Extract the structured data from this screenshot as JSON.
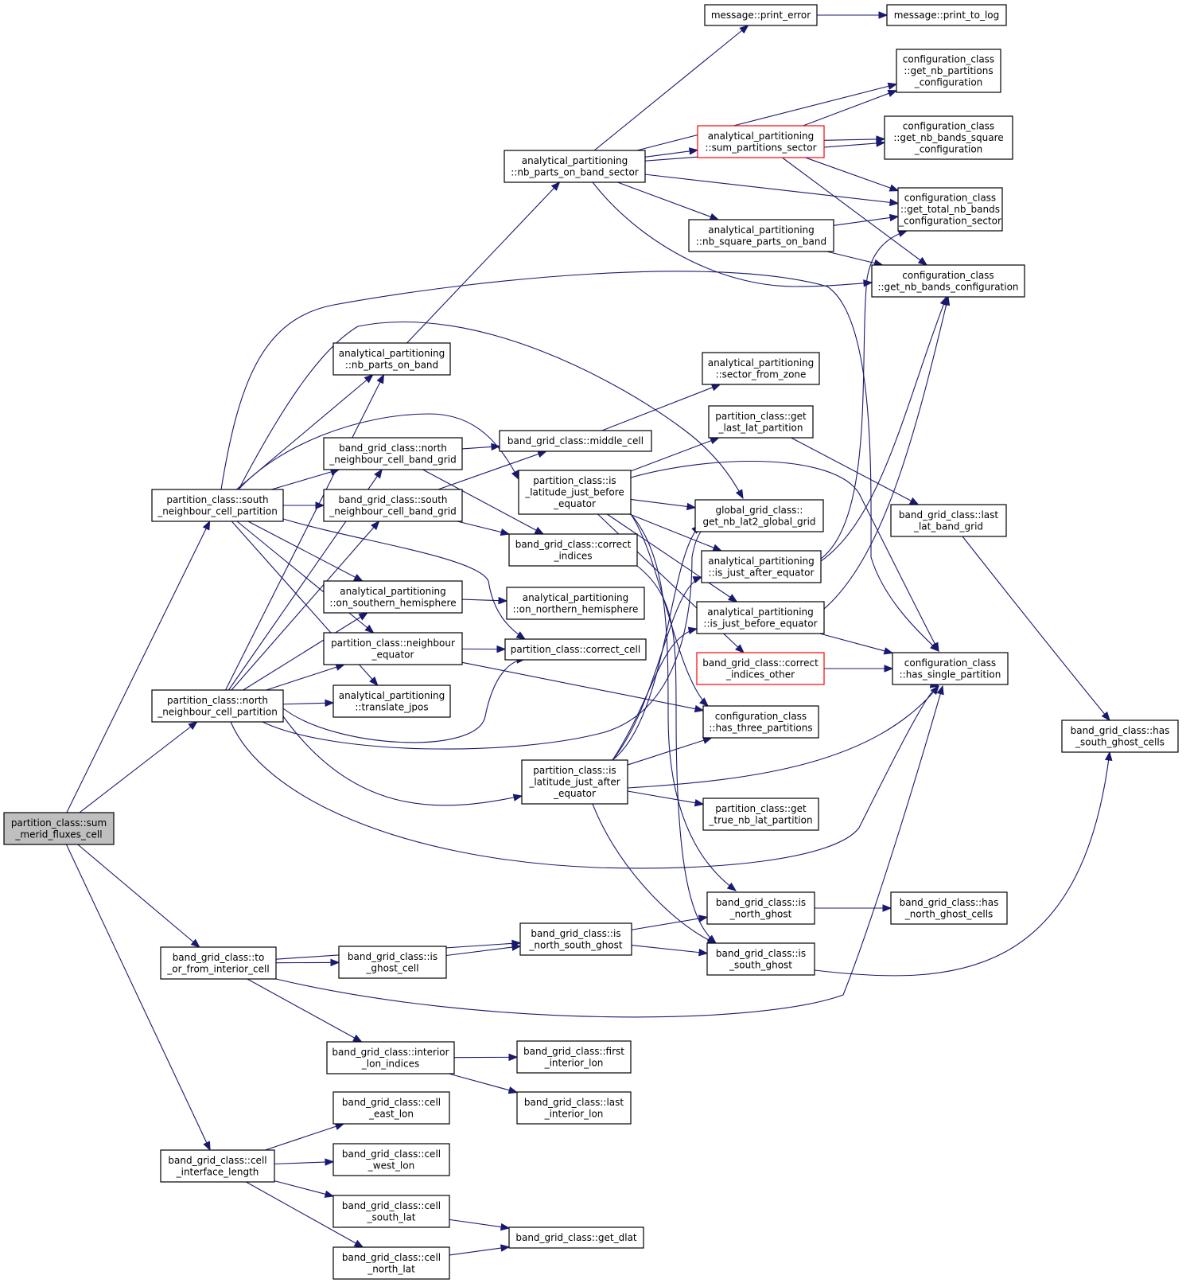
{
  "colors": {
    "edge": "#191970",
    "node_border": "#000000",
    "node_fill": "#ffffff",
    "root_fill": "#bfbfbf",
    "truncated_border": "#ff0000"
  },
  "nodes": [
    {
      "id": "root",
      "lines": [
        "partition_class::sum",
        "_merid_fluxes_cell"
      ],
      "style": "root"
    },
    {
      "id": "south_nb_part",
      "lines": [
        "partition_class::south",
        "_neighbour_cell_partition"
      ]
    },
    {
      "id": "north_nb_part",
      "lines": [
        "partition_class::north",
        "_neighbour_cell_partition"
      ]
    },
    {
      "id": "to_or_from",
      "lines": [
        "band_grid_class::to",
        "_or_from_interior_cell"
      ]
    },
    {
      "id": "cell_iface",
      "lines": [
        "band_grid_class::cell",
        "_interface_length"
      ]
    },
    {
      "id": "nb_parts_on_band",
      "lines": [
        "analytical_partitioning",
        "::nb_parts_on_band"
      ]
    },
    {
      "id": "north_nb_bg",
      "lines": [
        "band_grid_class::north",
        "_neighbour_cell_band_grid"
      ]
    },
    {
      "id": "south_nb_bg",
      "lines": [
        "band_grid_class::south",
        "_neighbour_cell_band_grid"
      ]
    },
    {
      "id": "on_south_hemi",
      "lines": [
        "analytical_partitioning",
        "::on_southern_hemisphere"
      ]
    },
    {
      "id": "nb_equator",
      "lines": [
        "partition_class::neighbour",
        "_equator"
      ]
    },
    {
      "id": "translate_jpos",
      "lines": [
        "analytical_partitioning",
        "::translate_jpos"
      ]
    },
    {
      "id": "is_ghost_cell",
      "lines": [
        "band_grid_class::is",
        "_ghost_cell"
      ]
    },
    {
      "id": "interior_lon_idx",
      "lines": [
        "band_grid_class::interior",
        "_lon_indices"
      ]
    },
    {
      "id": "cell_east_lon",
      "lines": [
        "band_grid_class::cell",
        "_east_lon"
      ]
    },
    {
      "id": "cell_west_lon",
      "lines": [
        "band_grid_class::cell",
        "_west_lon"
      ]
    },
    {
      "id": "cell_south_lat",
      "lines": [
        "band_grid_class::cell",
        "_south_lat"
      ]
    },
    {
      "id": "cell_north_lat",
      "lines": [
        "band_grid_class::cell",
        "_north_lat"
      ]
    },
    {
      "id": "nb_parts_band_sector",
      "lines": [
        "analytical_partitioning",
        "::nb_parts_on_band_sector"
      ]
    },
    {
      "id": "middle_cell",
      "lines": [
        "band_grid_class::middle_cell"
      ]
    },
    {
      "id": "is_lat_before",
      "lines": [
        "partition_class::is",
        "_latitude_just_before",
        "_equator"
      ]
    },
    {
      "id": "correct_indices",
      "lines": [
        "band_grid_class::correct",
        "_indices"
      ]
    },
    {
      "id": "on_north_hemi",
      "lines": [
        "analytical_partitioning",
        "::on_northern_hemisphere"
      ]
    },
    {
      "id": "correct_cell",
      "lines": [
        "partition_class::correct_cell"
      ]
    },
    {
      "id": "is_lat_after",
      "lines": [
        "partition_class::is",
        "_latitude_just_after",
        "_equator"
      ]
    },
    {
      "id": "is_ns_ghost",
      "lines": [
        "band_grid_class::is",
        "_north_south_ghost"
      ]
    },
    {
      "id": "first_int_lon",
      "lines": [
        "band_grid_class::first",
        "_interior_lon"
      ]
    },
    {
      "id": "last_int_lon",
      "lines": [
        "band_grid_class::last",
        "_interior_lon"
      ]
    },
    {
      "id": "get_dlat",
      "lines": [
        "band_grid_class::get_dlat"
      ]
    },
    {
      "id": "print_error",
      "lines": [
        "message::print_error"
      ]
    },
    {
      "id": "sum_parts_sector",
      "lines": [
        "analytical_partitioning",
        "::sum_partitions_sector"
      ],
      "style": "truncated"
    },
    {
      "id": "nb_square_parts",
      "lines": [
        "analytical_partitioning",
        "::nb_square_parts_on_band"
      ]
    },
    {
      "id": "sector_from_zone",
      "lines": [
        "analytical_partitioning",
        "::sector_from_zone"
      ]
    },
    {
      "id": "get_last_lat_part",
      "lines": [
        "partition_class::get",
        "_last_lat_partition"
      ]
    },
    {
      "id": "get_nb_lat2",
      "lines": [
        "global_grid_class::",
        "get_nb_lat2_global_grid"
      ]
    },
    {
      "id": "is_just_after_eq",
      "lines": [
        "analytical_partitioning",
        "::is_just_after_equator"
      ]
    },
    {
      "id": "is_just_before_eq",
      "lines": [
        "analytical_partitioning",
        "::is_just_before_equator"
      ]
    },
    {
      "id": "correct_idx_other",
      "lines": [
        "band_grid_class::correct",
        "_indices_other"
      ],
      "style": "truncated"
    },
    {
      "id": "has_three_parts",
      "lines": [
        "configuration_class",
        "::has_three_partitions"
      ]
    },
    {
      "id": "get_true_nb_lat",
      "lines": [
        "partition_class::get",
        "_true_nb_lat_partition"
      ]
    },
    {
      "id": "is_north_ghost",
      "lines": [
        "band_grid_class::is",
        "_north_ghost"
      ]
    },
    {
      "id": "is_south_ghost",
      "lines": [
        "band_grid_class::is",
        "_south_ghost"
      ]
    },
    {
      "id": "print_to_log",
      "lines": [
        "message::print_to_log"
      ]
    },
    {
      "id": "get_nb_parts_conf",
      "lines": [
        "configuration_class",
        "::get_nb_partitions",
        "_configuration"
      ]
    },
    {
      "id": "get_nb_bands_sq",
      "lines": [
        "configuration_class",
        "::get_nb_bands_square",
        "_configuration"
      ]
    },
    {
      "id": "get_total_nb_bands",
      "lines": [
        "configuration_class",
        "::get_total_nb_bands",
        "_configuration_sector"
      ]
    },
    {
      "id": "get_nb_bands_conf",
      "lines": [
        "configuration_class",
        "::get_nb_bands_configuration"
      ]
    },
    {
      "id": "last_lat_bg",
      "lines": [
        "band_grid_class::last",
        "_lat_band_grid"
      ]
    },
    {
      "id": "has_single_part",
      "lines": [
        "configuration_class",
        "::has_single_partition"
      ]
    },
    {
      "id": "has_south_ghost",
      "lines": [
        "band_grid_class::has",
        "_south_ghost_cells"
      ]
    },
    {
      "id": "has_north_ghost",
      "lines": [
        "band_grid_class::has",
        "_north_ghost_cells"
      ]
    }
  ],
  "edges": [
    [
      "root",
      "south_nb_part"
    ],
    [
      "root",
      "north_nb_part"
    ],
    [
      "root",
      "to_or_from"
    ],
    [
      "root",
      "cell_iface"
    ],
    [
      "south_nb_part",
      "nb_parts_on_band"
    ],
    [
      "south_nb_part",
      "north_nb_bg"
    ],
    [
      "south_nb_part",
      "south_nb_bg"
    ],
    [
      "south_nb_part",
      "on_south_hemi"
    ],
    [
      "south_nb_part",
      "nb_equator"
    ],
    [
      "south_nb_part",
      "translate_jpos"
    ],
    [
      "south_nb_part",
      "is_lat_before"
    ],
    [
      "south_nb_part",
      "correct_cell"
    ],
    [
      "south_nb_part",
      "get_nb_lat2"
    ],
    [
      "south_nb_part",
      "has_single_part"
    ],
    [
      "north_nb_part",
      "nb_parts_on_band"
    ],
    [
      "north_nb_part",
      "north_nb_bg"
    ],
    [
      "north_nb_part",
      "south_nb_bg"
    ],
    [
      "north_nb_part",
      "on_south_hemi"
    ],
    [
      "north_nb_part",
      "nb_equator"
    ],
    [
      "north_nb_part",
      "translate_jpos"
    ],
    [
      "north_nb_part",
      "correct_cell"
    ],
    [
      "north_nb_part",
      "is_lat_after"
    ],
    [
      "north_nb_part",
      "has_single_part"
    ],
    [
      "north_nb_part",
      "get_nb_lat2"
    ],
    [
      "nb_parts_on_band",
      "nb_parts_band_sector"
    ],
    [
      "north_nb_bg",
      "middle_cell"
    ],
    [
      "north_nb_bg",
      "correct_indices"
    ],
    [
      "south_nb_bg",
      "middle_cell"
    ],
    [
      "south_nb_bg",
      "correct_indices"
    ],
    [
      "on_south_hemi",
      "on_north_hemi"
    ],
    [
      "nb_equator",
      "correct_cell"
    ],
    [
      "nb_equator",
      "has_three_parts"
    ],
    [
      "nb_parts_band_sector",
      "print_error"
    ],
    [
      "nb_parts_band_sector",
      "sum_parts_sector"
    ],
    [
      "nb_parts_band_sector",
      "nb_square_parts"
    ],
    [
      "nb_parts_band_sector",
      "get_nb_parts_conf"
    ],
    [
      "nb_parts_band_sector",
      "get_nb_bands_sq"
    ],
    [
      "nb_parts_band_sector",
      "get_total_nb_bands"
    ],
    [
      "nb_parts_band_sector",
      "get_nb_bands_conf"
    ],
    [
      "middle_cell",
      "sector_from_zone"
    ],
    [
      "is_lat_before",
      "get_last_lat_part"
    ],
    [
      "is_lat_before",
      "get_nb_lat2"
    ],
    [
      "is_lat_before",
      "is_just_after_eq"
    ],
    [
      "is_lat_before",
      "is_just_before_eq"
    ],
    [
      "is_lat_before",
      "correct_idx_other"
    ],
    [
      "is_lat_before",
      "has_three_parts"
    ],
    [
      "is_lat_before",
      "has_single_part"
    ],
    [
      "is_lat_before",
      "is_north_ghost"
    ],
    [
      "correct_indices",
      "is_south_ghost"
    ],
    [
      "is_lat_after",
      "get_nb_lat2"
    ],
    [
      "is_lat_after",
      "is_just_after_eq"
    ],
    [
      "is_lat_after",
      "is_just_before_eq"
    ],
    [
      "is_lat_after",
      "has_three_parts"
    ],
    [
      "is_lat_after",
      "has_single_part"
    ],
    [
      "is_lat_after",
      "get_true_nb_lat"
    ],
    [
      "is_lat_after",
      "is_south_ghost"
    ],
    [
      "to_or_from",
      "is_ns_ghost"
    ],
    [
      "to_or_from",
      "is_ghost_cell"
    ],
    [
      "to_or_from",
      "interior_lon_idx"
    ],
    [
      "to_or_from",
      "has_single_part"
    ],
    [
      "is_ghost_cell",
      "is_ns_ghost"
    ],
    [
      "is_ns_ghost",
      "is_north_ghost"
    ],
    [
      "is_ns_ghost",
      "is_south_ghost"
    ],
    [
      "interior_lon_idx",
      "first_int_lon"
    ],
    [
      "interior_lon_idx",
      "last_int_lon"
    ],
    [
      "cell_iface",
      "cell_east_lon"
    ],
    [
      "cell_iface",
      "cell_west_lon"
    ],
    [
      "cell_iface",
      "cell_south_lat"
    ],
    [
      "cell_iface",
      "cell_north_lat"
    ],
    [
      "cell_south_lat",
      "get_dlat"
    ],
    [
      "cell_north_lat",
      "get_dlat"
    ],
    [
      "print_error",
      "print_to_log"
    ],
    [
      "sum_parts_sector",
      "get_nb_parts_conf"
    ],
    [
      "sum_parts_sector",
      "get_nb_bands_sq"
    ],
    [
      "sum_parts_sector",
      "get_total_nb_bands"
    ],
    [
      "sum_parts_sector",
      "get_nb_bands_conf"
    ],
    [
      "nb_square_parts",
      "get_total_nb_bands"
    ],
    [
      "nb_square_parts",
      "get_nb_bands_conf"
    ],
    [
      "get_last_lat_part",
      "last_lat_bg"
    ],
    [
      "is_just_after_eq",
      "get_total_nb_bands"
    ],
    [
      "is_just_after_eq",
      "get_nb_bands_conf"
    ],
    [
      "is_just_before_eq",
      "get_nb_bands_conf"
    ],
    [
      "is_just_before_eq",
      "has_single_part"
    ],
    [
      "correct_idx_other",
      "has_single_part"
    ],
    [
      "last_lat_bg",
      "has_south_ghost"
    ],
    [
      "is_south_ghost",
      "has_south_ghost"
    ],
    [
      "is_north_ghost",
      "has_north_ghost"
    ]
  ]
}
